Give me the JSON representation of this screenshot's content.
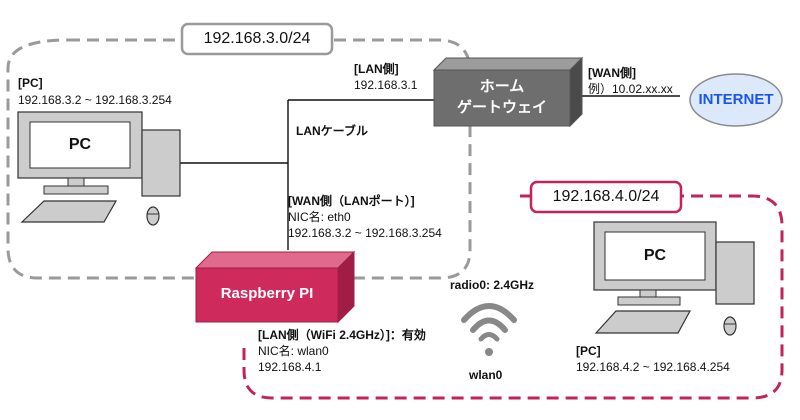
{
  "networks": {
    "upper": {
      "subnet": "192.168.3.0/24"
    },
    "lower": {
      "subnet": "192.168.4.0/24"
    }
  },
  "pc_left": {
    "heading": "[PC]",
    "range": "192.168.3.2 ~ 192.168.3.254",
    "screen_label": "PC"
  },
  "pc_right": {
    "heading": "[PC]",
    "range": "192.168.4.2 ~ 192.168.4.254",
    "screen_label": "PC"
  },
  "gateway": {
    "line1": "ホーム",
    "line2": "ゲートウェイ",
    "lan_heading": "[LAN側]",
    "lan_ip": "192.168.3.1",
    "wan_heading": "[WAN側]",
    "wan_ip": "例）10.02.xx.xx"
  },
  "internet": {
    "label": "INTERNET"
  },
  "cable": {
    "label": "LANケーブル"
  },
  "raspberry": {
    "label": "Raspberry PI",
    "wan_heading": "[WAN側（LANポート）]",
    "wan_nic": "NIC名: eth0",
    "wan_range": "192.168.3.2 ~ 192.168.3.254",
    "lan_heading": "[LAN側（WiFi 2.4GHz）]：有効",
    "lan_nic": "NIC名: wlan0",
    "lan_ip": "192.168.4.1"
  },
  "wifi": {
    "radio": "radio0: 2.4GHz",
    "iface": "wlan0"
  },
  "colors": {
    "upper_zone": "#9a9a9a",
    "lower_zone": "#c2245a",
    "gateway_front": "#6e6e6e",
    "gateway_top": "#9c9c9c",
    "gateway_side": "#4a4a4a",
    "raspberry_front": "#cf2a5c",
    "raspberry_top": "#e06a8e",
    "raspberry_side": "#a01d46",
    "internet_fill": "#dbe9fb",
    "internet_text": "#1a56e8",
    "pc_gray": "#cccccc"
  }
}
